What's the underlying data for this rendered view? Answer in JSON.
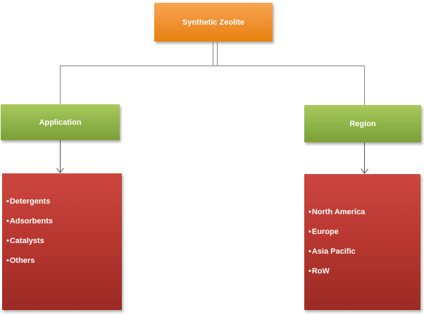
{
  "diagram": {
    "root": {
      "label": "Synthetic Zeolite"
    },
    "bullet": "•",
    "branches": [
      {
        "label": "Application",
        "items": [
          "Detergents",
          "Adsorbents",
          "Catalysts",
          "Others"
        ]
      },
      {
        "label": "Region",
        "items": [
          "North America",
          "Europe",
          "Asia Pacific",
          "RoW"
        ]
      }
    ],
    "colors": {
      "root_gradient_top": "#F8A54E",
      "root_gradient_bottom": "#E6820D",
      "branch_gradient_top": "#A9C95E",
      "branch_gradient_bottom": "#7DA038",
      "leaf_gradient_top": "#CC4640",
      "leaf_gradient_bottom": "#9B2B24",
      "connector_line": "#848484",
      "arrow_line": "#4D4D4D",
      "text": "#FFFFFF"
    }
  }
}
